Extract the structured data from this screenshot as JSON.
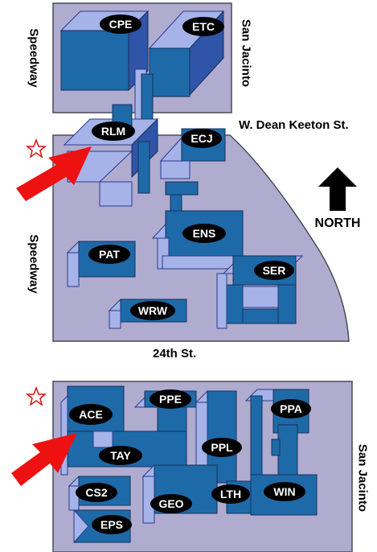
{
  "streets": {
    "speedway_top": "Speedway",
    "speedway_mid": "Speedway",
    "san_jacinto_top": "San Jacinto",
    "san_jacinto_bottom": "San Jacinto",
    "dean_keeton": "W. Dean Keeton St.",
    "st_24th": "24th St."
  },
  "compass": {
    "label": "NORTH"
  },
  "buildings": {
    "cpe": "CPE",
    "etc": "ETC",
    "rlm": "RLM",
    "ecj": "ECJ",
    "ens": "ENS",
    "pat": "PAT",
    "ser": "SER",
    "wrw": "WRW",
    "ace": "ACE",
    "ppe": "PPE",
    "ppa": "PPA",
    "tay": "TAY",
    "ppl": "PPL",
    "cs2": "CS2",
    "geo": "GEO",
    "lth": "LTH",
    "win": "WIN",
    "eps": "EPS"
  },
  "colors": {
    "block": "#b0acd0",
    "building_front": "#1e6aa8",
    "building_top": "#a5b3e8",
    "marker": "#ee1111"
  }
}
